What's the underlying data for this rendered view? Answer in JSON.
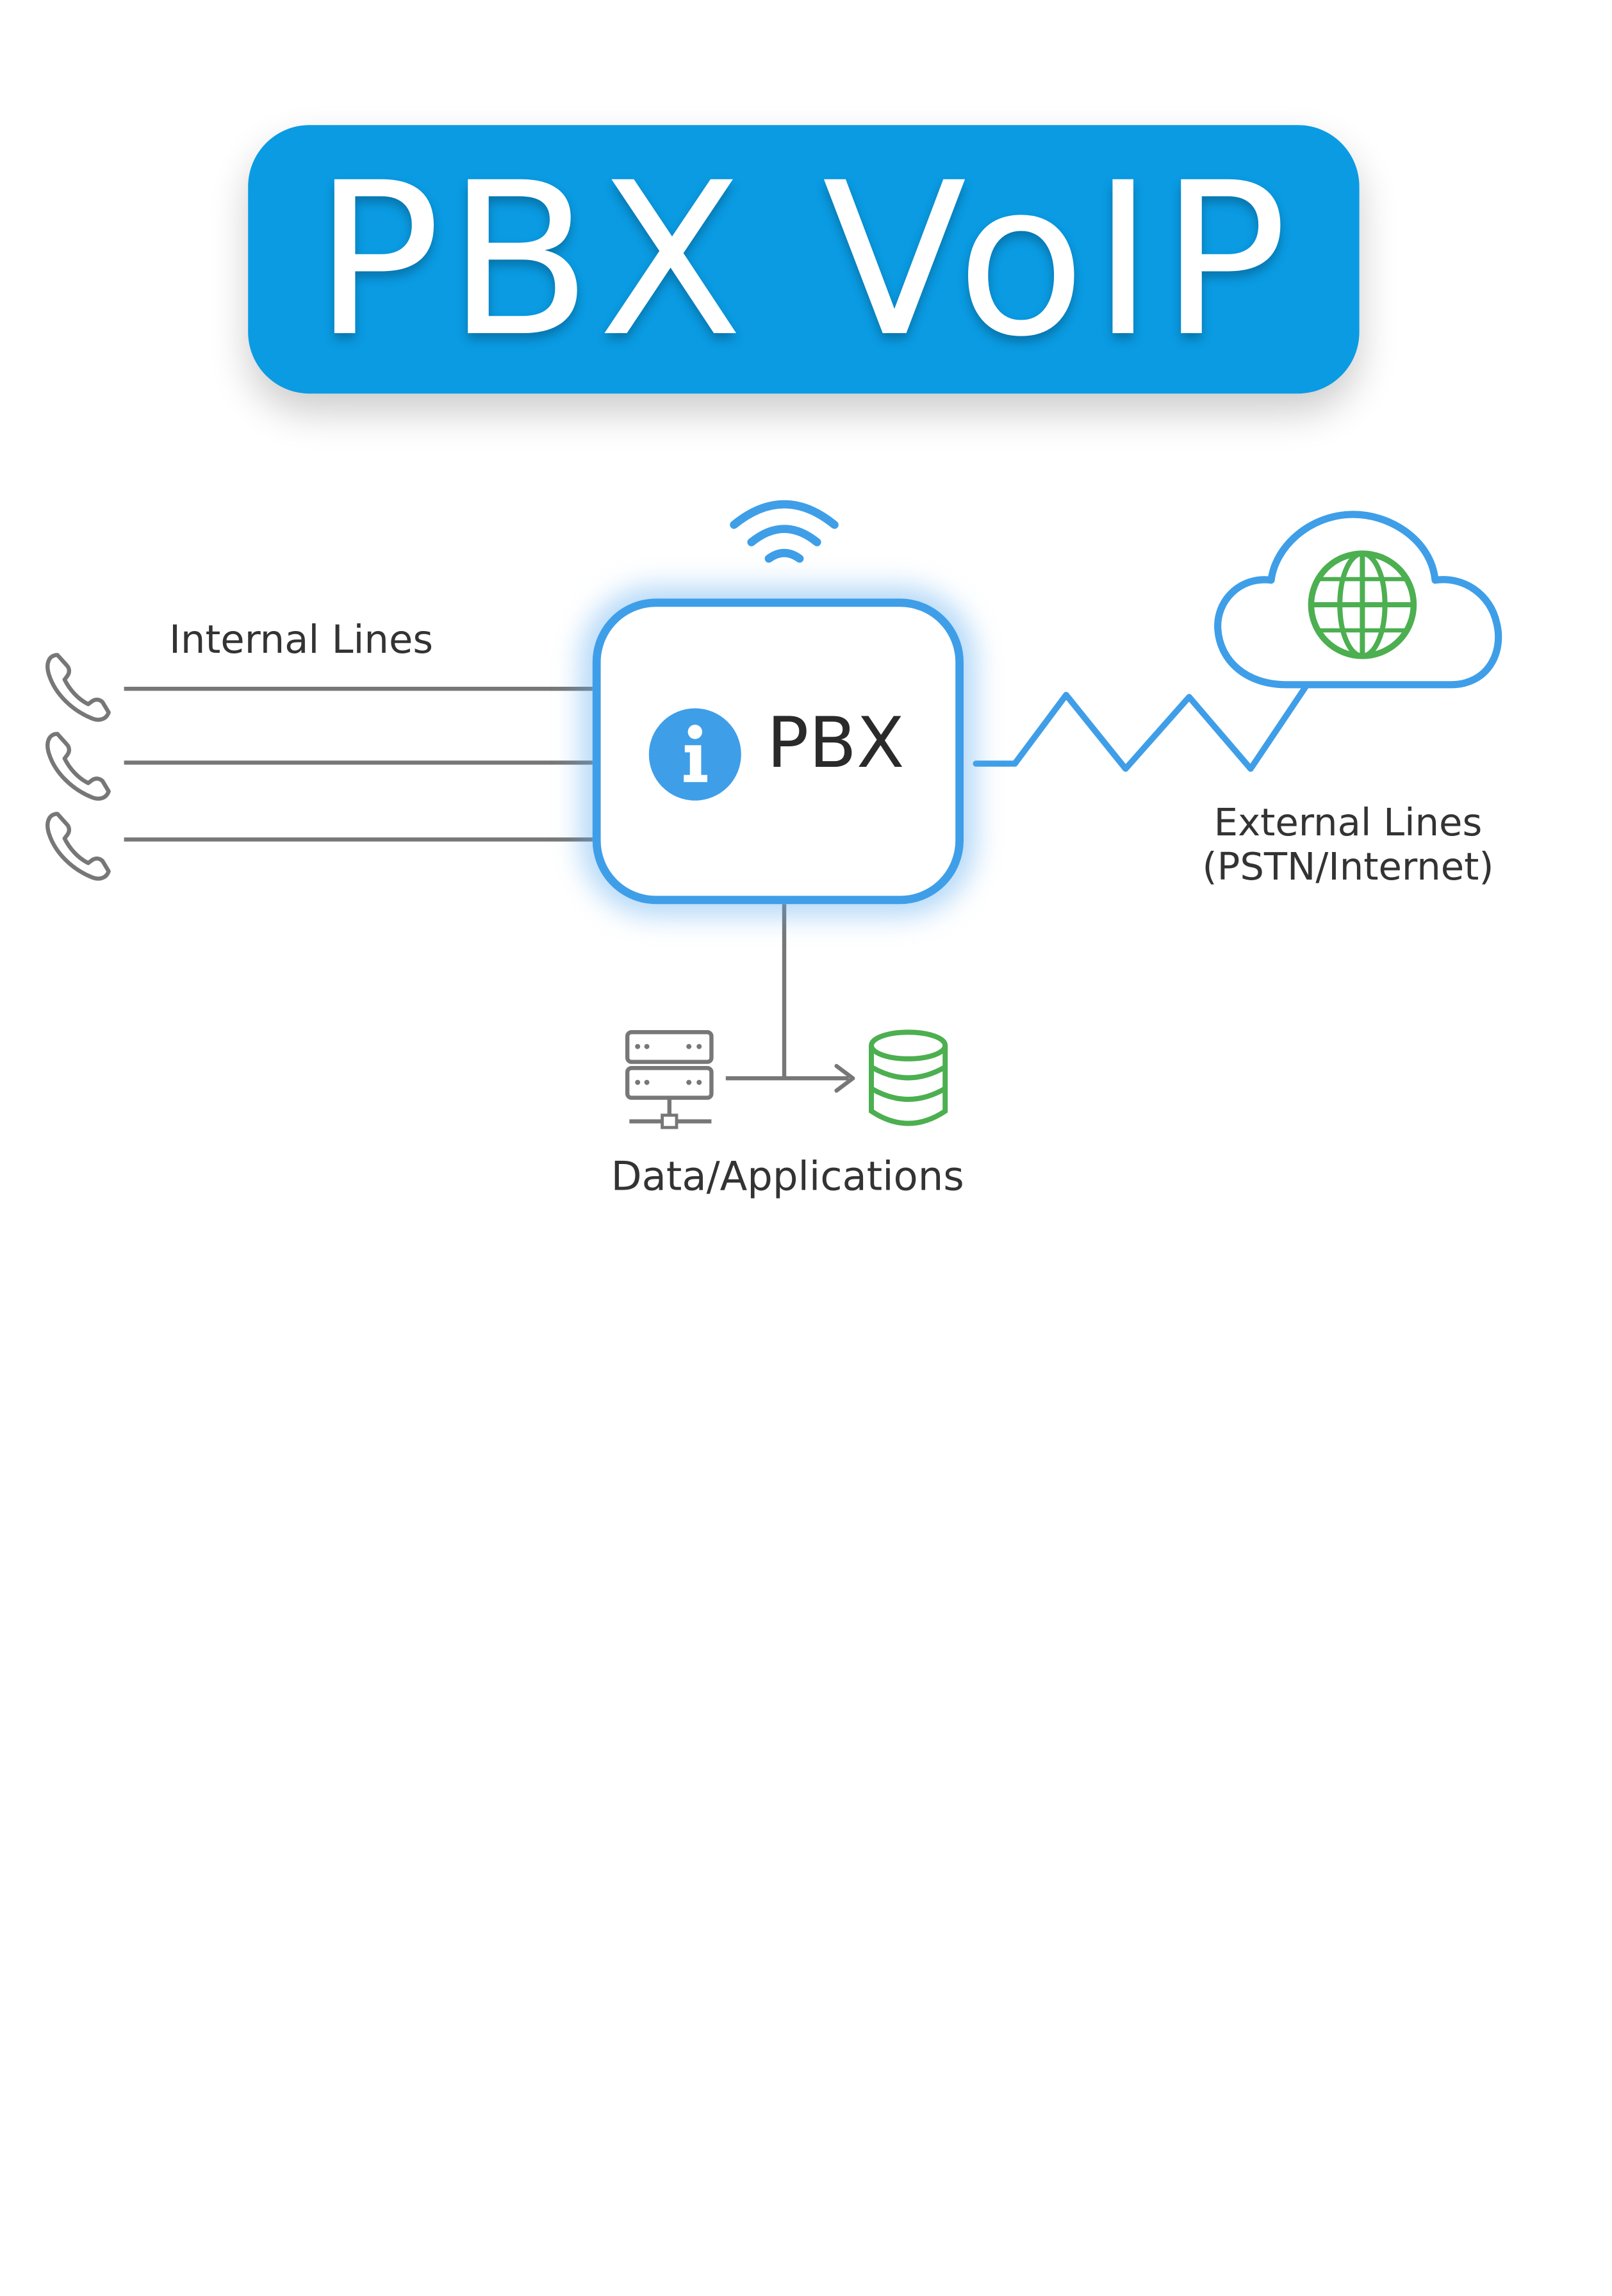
{
  "title": "PBX VoIP",
  "diagram": {
    "center_node": {
      "label": "PBX",
      "icon": "info-icon"
    },
    "internal": {
      "label": "Internal Lines",
      "phones": [
        {
          "icon": "phone-icon"
        },
        {
          "icon": "phone-icon"
        },
        {
          "icon": "phone-icon"
        }
      ]
    },
    "external": {
      "label_line1": "External Lines",
      "label_line2": "(PSTN/Internet)",
      "icons": [
        "cloud-icon",
        "globe-icon"
      ]
    },
    "data": {
      "label": "Data/Applications",
      "icons": [
        "server-icon",
        "database-icon"
      ]
    },
    "wireless_icon": "wifi-icon"
  },
  "colors": {
    "banner": "#0a9be3",
    "accent_blue": "#3f9ee8",
    "green": "#4caf50",
    "line_gray": "#777777"
  }
}
